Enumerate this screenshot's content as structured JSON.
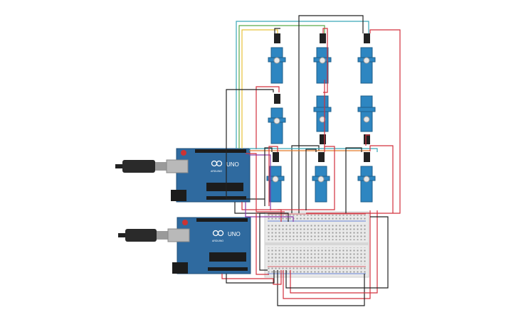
{
  "boards": [
    {
      "logo_text": "UNO",
      "brand_text": "ARDUINO"
    },
    {
      "logo_text": "UNO",
      "brand_text": "ARDUINO"
    }
  ],
  "servo_count": 9,
  "colors": {
    "background": "#ffffff",
    "board": "#2f6a9f",
    "board_edge": "#1f4f7a",
    "servo": "#2e86c1",
    "breadboard": "#eaeaea",
    "wire_red": "#d2303c",
    "wire_black": "#222222",
    "wire_teal": "#3aa7b8",
    "wire_yellow": "#e8c23a",
    "wire_green": "#5aaa4a",
    "wire_purple": "#8a3aa8",
    "wire_orange": "#e07a2a"
  }
}
